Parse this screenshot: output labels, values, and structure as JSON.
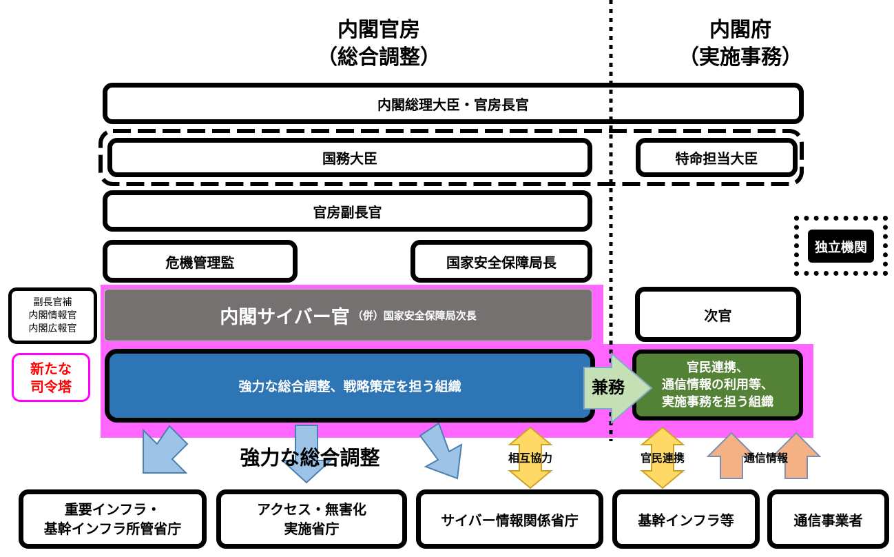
{
  "headers": {
    "left_title": "内閣官房",
    "left_sub": "（総合調整）",
    "right_title": "内閣府",
    "right_sub": "（実施事務）"
  },
  "boxes": {
    "pm": "内閣総理大臣・官房長官",
    "state_minister": "国務大臣",
    "special_minister": "特命担当大臣",
    "deputy_chief": "官房副長官",
    "crisis": "危機管理監",
    "nsa_director": "国家安全保障局長",
    "independent": "独立機関",
    "aides": "副長官補\n内閣情報官\n内閣広報官",
    "cyber_officer_main": "内閣サイバー官",
    "cyber_officer_sub": "（併）国家安全保障局次長",
    "vice_minister": "次官",
    "command_tower": "新たな\n司令塔",
    "blue_org": "強力な総合調整、戦略策定を担う組織",
    "concurrent": "兼務",
    "green_org": "官民連携、\n通信情報の利用等、\n実施事務を担う組織"
  },
  "connectors": {
    "strong_coord": "強力な総合調整",
    "mutual": "相互協力",
    "public_private": "官民連携",
    "comm_info": "通信情報"
  },
  "bottom": {
    "infra_ministries": "重要インフラ・\n基幹インフラ所管省庁",
    "access": "アクセス・無害化\n実施省庁",
    "cyber_ministries": "サイバー情報関係省庁",
    "core_infra": "基幹インフラ等",
    "telecom": "通信事業者"
  },
  "colors": {
    "pink_band": "#FF66FF",
    "gray_box": "#767171",
    "blue_org": "#2E75B6",
    "green_org": "#538135",
    "red_text": "#FF0000",
    "light_blue_arrow": "#9DC3E6",
    "yellow_arrow": "#FFD966",
    "orange_arrow": "#F4B183"
  }
}
